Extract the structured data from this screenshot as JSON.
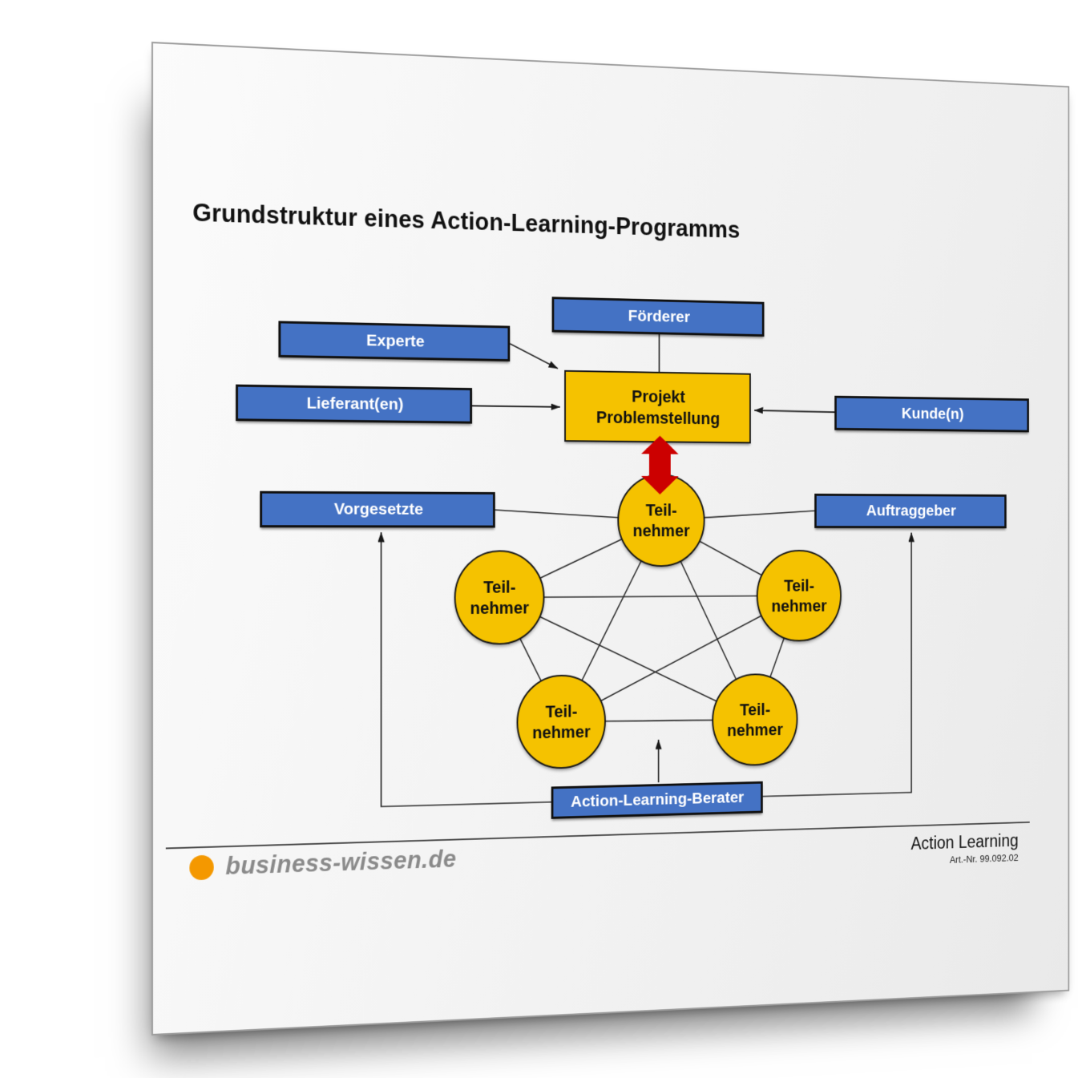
{
  "title": "Grundstruktur eines Action-Learning-Programms",
  "colors": {
    "box_blue": "#4472C4",
    "shape_gold": "#F5C200",
    "arrow_red": "#CC0000",
    "line_black": "#242424",
    "brand_orange": "#F49800"
  },
  "nodes": {
    "foerderer": {
      "label": "Förderer"
    },
    "experte": {
      "label": "Experte"
    },
    "lieferant": {
      "label": "Lieferant(en)"
    },
    "kunde": {
      "label": "Kunde(n)"
    },
    "projekt": {
      "line1": "Projekt",
      "line2": "Problemstellung"
    },
    "vorgesetzte": {
      "label": "Vorgesetzte"
    },
    "auftraggeber": {
      "label": "Auftraggeber"
    },
    "berater": {
      "label": "Action-Learning-Berater"
    },
    "teilnehmer": {
      "line1": "Teil-",
      "line2": "nehmer"
    }
  },
  "footer": {
    "brand": "business-wissen.de",
    "product": "Action Learning",
    "art_no": "Art.-Nr. 99.092.02"
  }
}
